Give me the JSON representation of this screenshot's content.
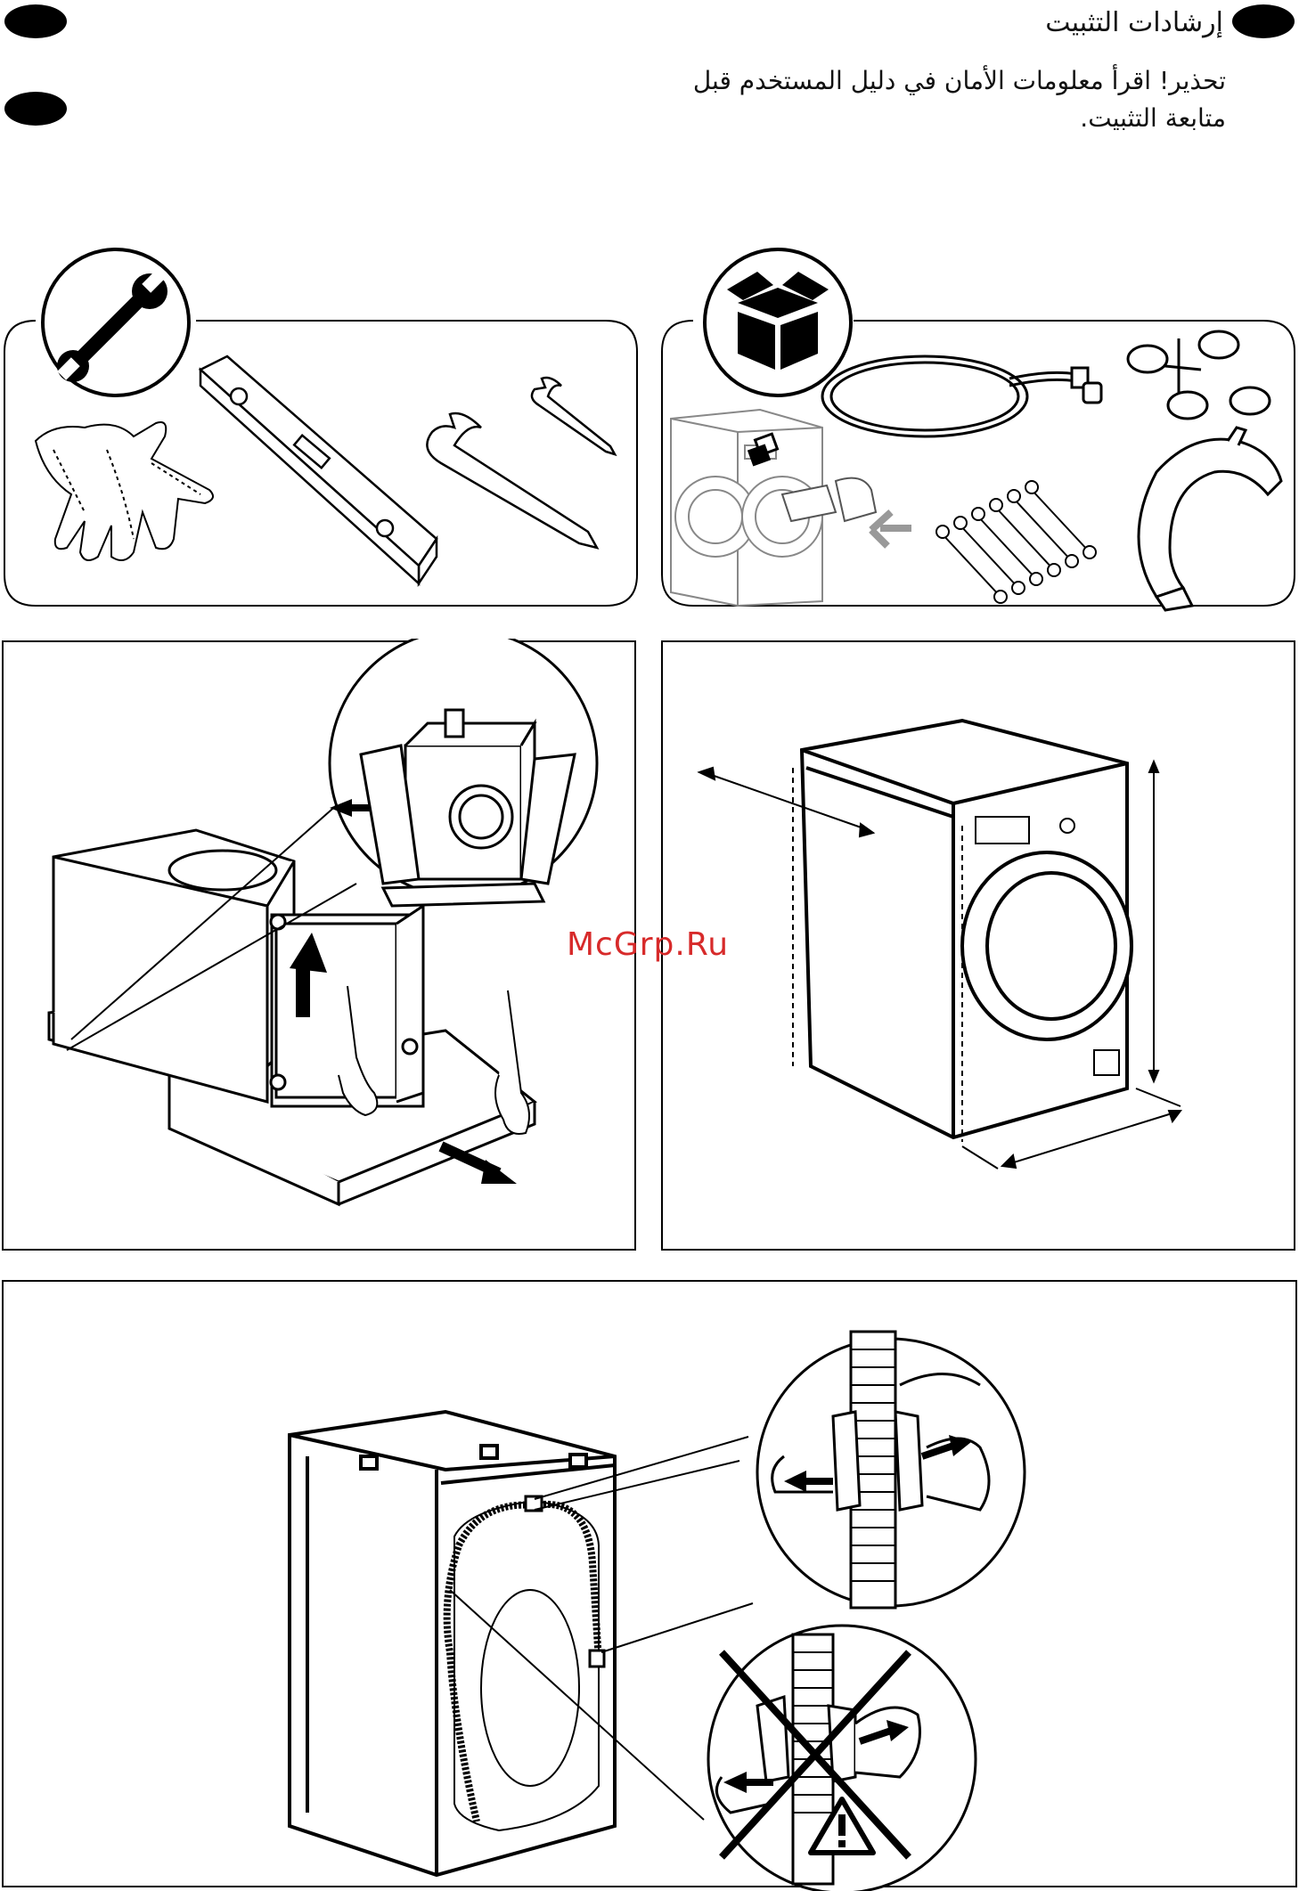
{
  "header": {
    "title": "إرشادات التثبيت",
    "warning_line1": "تحذير! اقرأ معلومات الأمان في دليل المستخدم قبل",
    "warning_line2": "متابعة التثبيت."
  },
  "watermark": {
    "text": "McGrp.Ru"
  },
  "icons": {
    "tools": "wrench-icon",
    "accessories": "box-icon",
    "forbidden": "cross-icon",
    "warning": "warning-triangle-icon"
  }
}
